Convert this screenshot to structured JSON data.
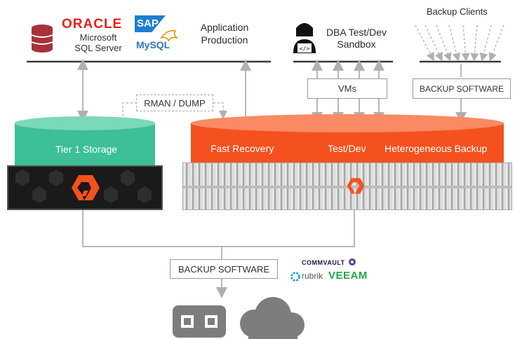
{
  "sources": {
    "oracle": "ORACLE",
    "sap": "SAP",
    "sql_line1": "Microsoft",
    "sql_line2": "SQL Server",
    "mysql": "MySQL",
    "app_line1": "Application",
    "app_line2": "Production"
  },
  "dba": {
    "line1": "DBA Test/Dev",
    "line2": "Sandbox"
  },
  "backup_clients": "Backup Clients",
  "rman": "RMAN / DUMP",
  "vms": "VMs",
  "backup_software_top": "BACKUP SOFTWARE",
  "tier1": "Tier 1 Storage",
  "flashblade": {
    "fast_recovery": "Fast Recovery",
    "test_dev": "Test/Dev",
    "hetero": "Heterogeneous Backup"
  },
  "backup_software_bottom": "BACKUP SOFTWARE",
  "vendors": {
    "commvault": "COMMVAULT",
    "rubrik": "rubrik",
    "veeam": "VEEAM"
  },
  "colors": {
    "tier1_green": "#3dbf97",
    "flashblade_orange": "#f4511e",
    "arrow_gray": "#b8b8b8",
    "line_dark": "#3a3a3a"
  },
  "icons": {
    "database": "database-icon",
    "dba_user": "dba-user-icon",
    "tape": "tape-icon",
    "cloud": "cloud-icon"
  }
}
